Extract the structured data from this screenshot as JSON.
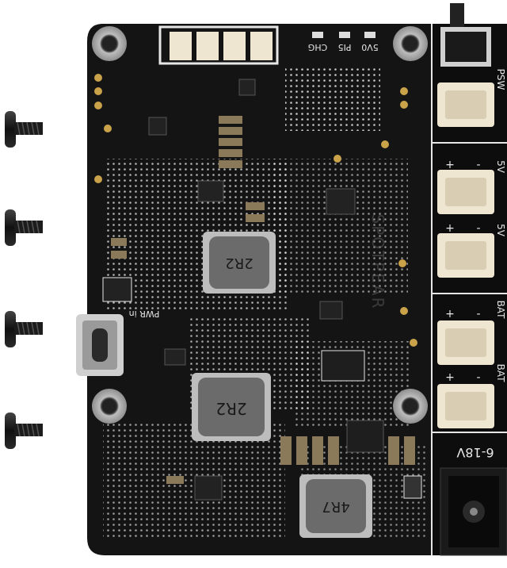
{
  "image": {
    "description_visible_text": true
  },
  "board": {
    "colors": {
      "pcb": "#141414",
      "silk": "#e6e6e6",
      "copper": "#c9a24a",
      "connector": "#efe6d2",
      "screw": "#1a1a1a",
      "inductor": "#6b6b6b"
    },
    "leds": [
      {
        "label": "CHG"
      },
      {
        "label": "PI5"
      },
      {
        "label": "5V0"
      }
    ],
    "side_labels": [
      {
        "label": "PSW"
      },
      {
        "label": "5V"
      },
      {
        "label": "5V"
      },
      {
        "label": "BAT"
      },
      {
        "label": "BAT"
      }
    ],
    "polarity": [
      "+",
      "-"
    ],
    "power_in_label": "PWR in",
    "dc_jack_label": "6-18V",
    "inductors": [
      {
        "label": "2R2"
      },
      {
        "label": "2R2"
      },
      {
        "label": "4R7"
      }
    ],
    "watermark": "SPOTPEAR"
  },
  "screws": {
    "count": 4
  }
}
